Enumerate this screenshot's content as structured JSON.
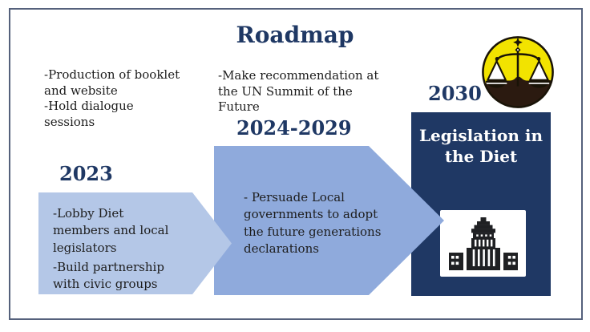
{
  "title": "Roadmap",
  "colors": {
    "accent_navy": "#1f3864",
    "arrow_light": "#b4c7e7",
    "arrow_medium": "#8faadc",
    "frame_border": "#55617c",
    "scales_yellow": "#f2e300",
    "hand_brown": "#2b1a10",
    "icon_black": "#1f2023",
    "text_black": "#1c1c1c",
    "white": "#ffffff"
  },
  "notes": {
    "left": [
      "-Production of booklet and website",
      "-Hold dialogue sessions"
    ],
    "top_center": [
      "-Make recommendation at the UN Summit of the Future"
    ]
  },
  "phases": [
    {
      "year": "2023",
      "bullets": [
        "-Lobby Diet members and local legislators",
        "-Build partnership with civic groups"
      ]
    },
    {
      "year": "2024-2029",
      "bullets": [
        "- Persuade Local governments to adopt the future generations declarations"
      ]
    },
    {
      "year": "2030",
      "label": "Legislation in the Diet"
    }
  ],
  "icons": {
    "justice": "scales-of-justice-icon",
    "building": "national-diet-building-icon"
  }
}
